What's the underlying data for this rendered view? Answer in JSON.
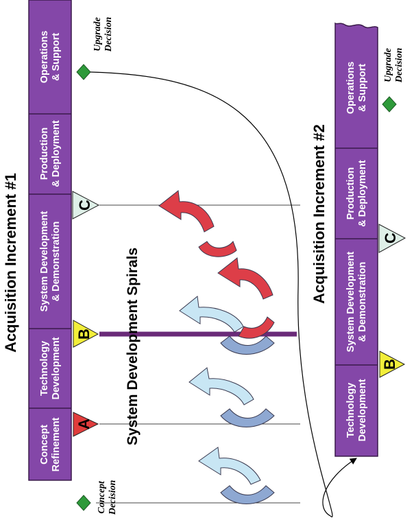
{
  "increment1": {
    "title": "Acquisition Increment #1",
    "phases": [
      {
        "line1": "Concept",
        "line2": "Refinement"
      },
      {
        "line1": "Technology",
        "line2": "Development"
      },
      {
        "line1": "System Development",
        "line2": "& Demonstration"
      },
      {
        "line1": "Production",
        "line2": "& Deployment"
      },
      {
        "line1": "Operations",
        "line2": "& Support"
      }
    ],
    "milestones": {
      "a": "A",
      "b": "B",
      "c": "C"
    },
    "concept_decision": {
      "line1": "Concept",
      "line2": "Decision"
    },
    "upgrade_decision": {
      "line1": "Upgrade",
      "line2": "Decision"
    }
  },
  "spirals": {
    "title": "System Development Spirals"
  },
  "increment2": {
    "title": "Acquisition Increment #2",
    "phases": [
      {
        "line1": "Technology",
        "line2": "Development"
      },
      {
        "line1": "System Development",
        "line2": "& Demonstration"
      },
      {
        "line1": "Production",
        "line2": "& Deployment"
      },
      {
        "line1": "Operations",
        "line2": "& Support"
      }
    ],
    "milestones": {
      "b": "B",
      "c": "C"
    },
    "upgrade_decision": {
      "line1": "Upgrade",
      "line2": "Decision"
    }
  },
  "colors": {
    "phase_fill": "#8447a8",
    "milestone_a": "#e03c3c",
    "milestone_b": "#f2ee3a",
    "milestone_c": "#dff0e8",
    "decision_diamond": "#2e9a3a",
    "spiral_blue": "#8ea8d2",
    "spiral_light": "#c8e6f4",
    "spiral_red": "#dd3e48",
    "bar": "#6a2a78"
  }
}
